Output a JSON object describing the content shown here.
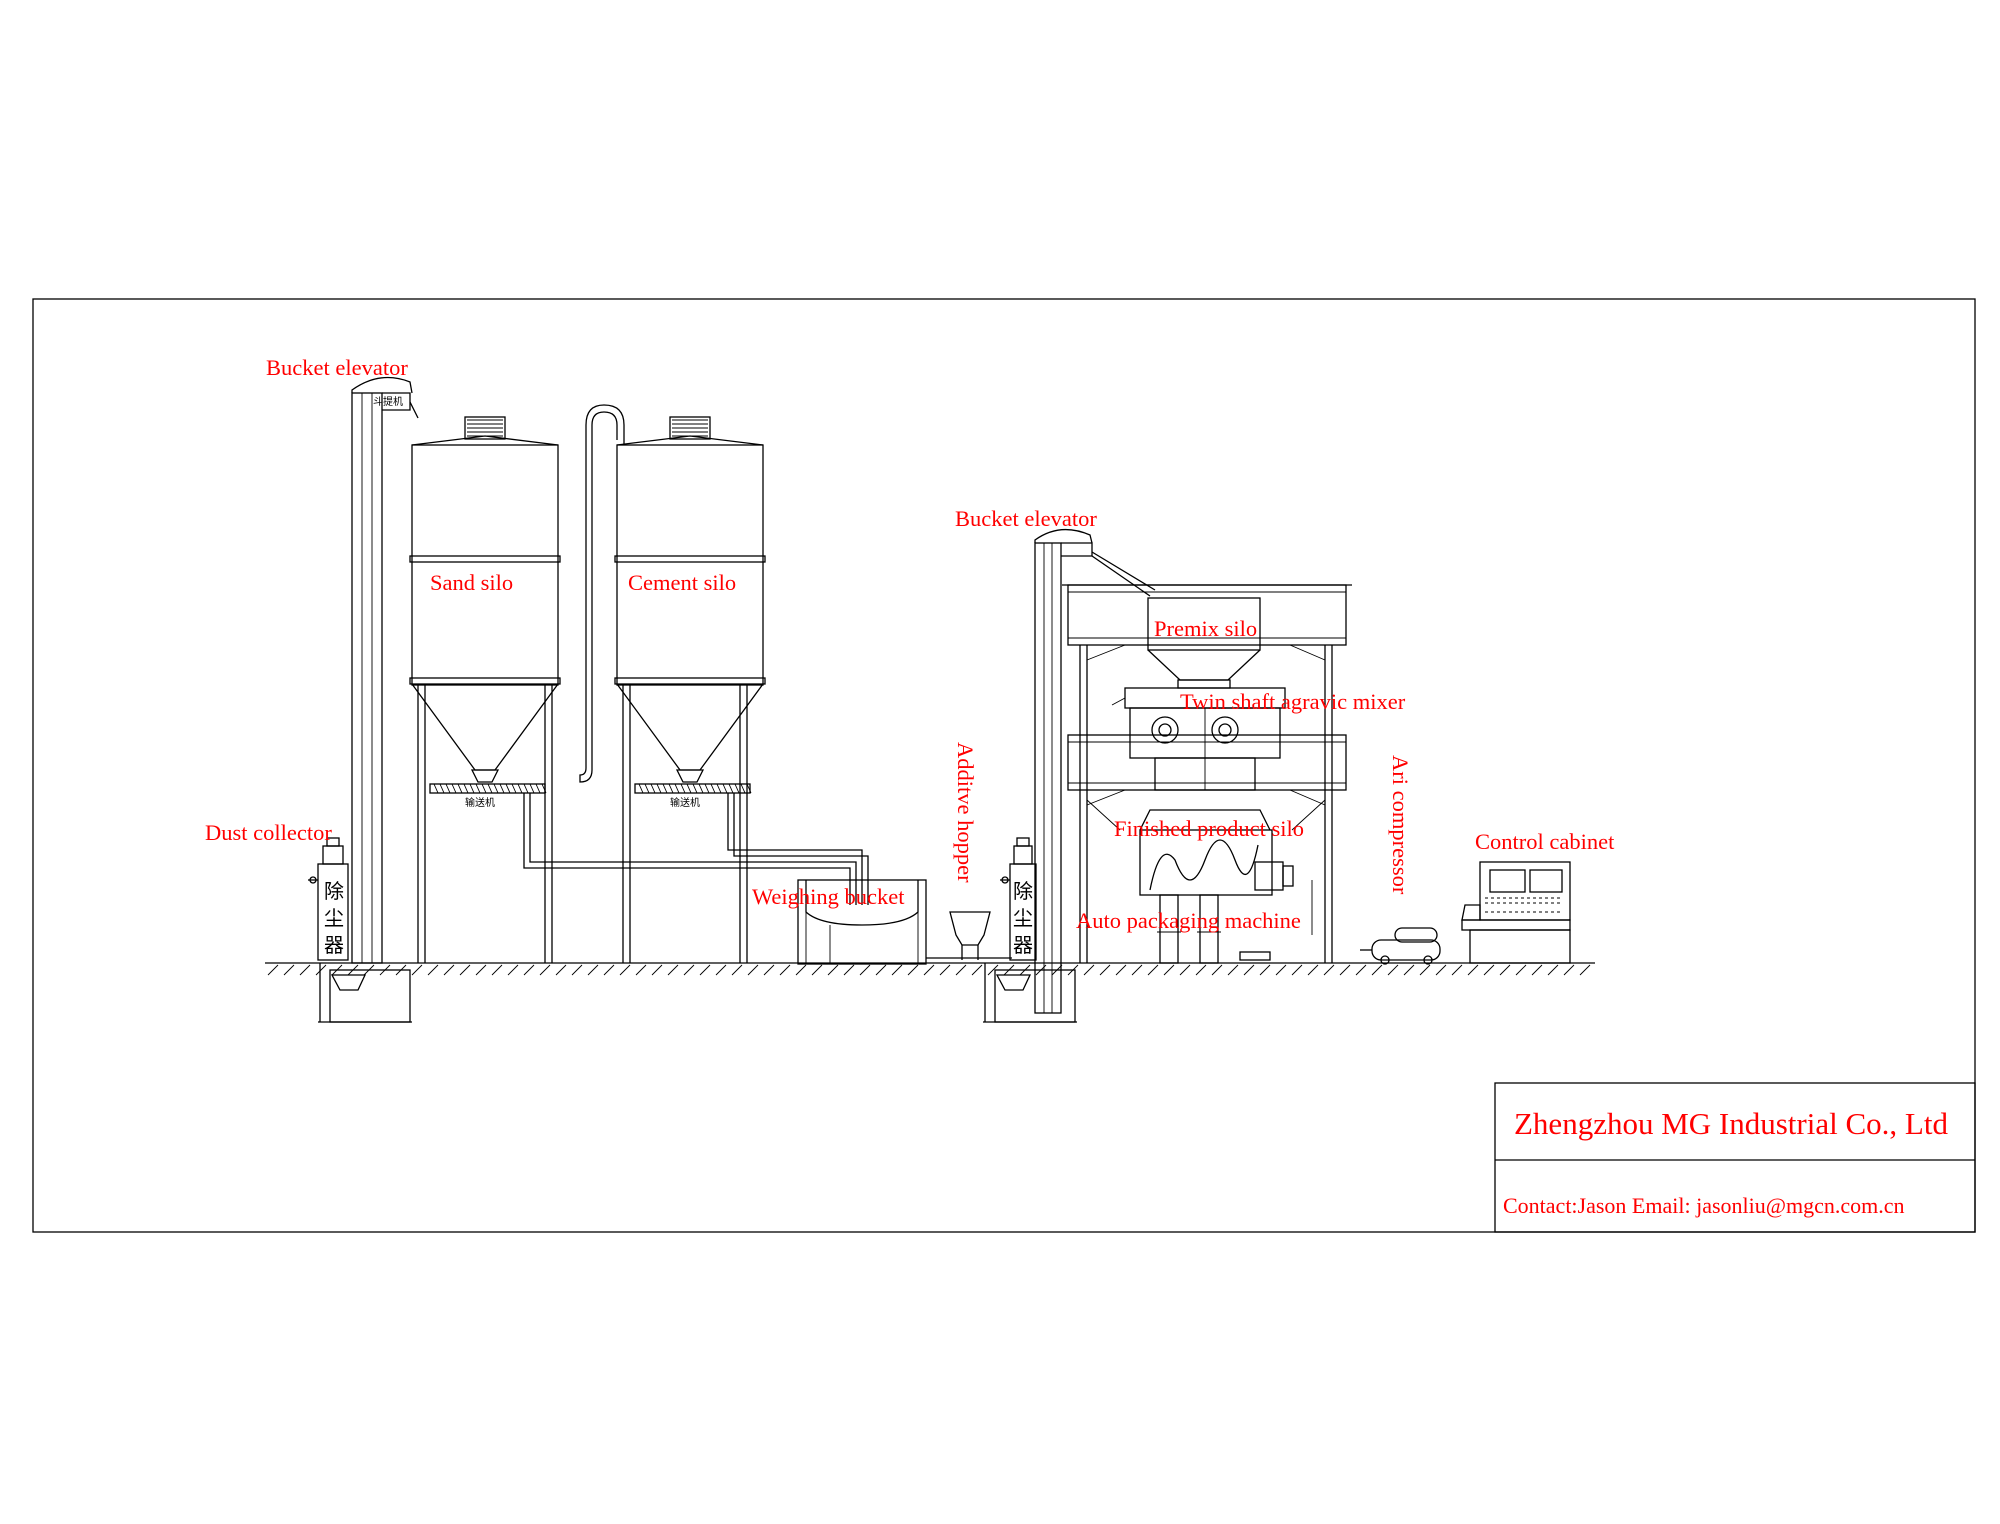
{
  "labels": {
    "bucket_elevator_left": "Bucket elevator",
    "sand_silo": "Sand silo",
    "cement_silo": "Cement silo",
    "dust_collector": "Dust collector",
    "weighing_bucket": "Weighing bucket",
    "additive_hopper": "Additve hopper",
    "bucket_elevator_right": "Bucket elevator",
    "premix_silo": "Premix silo",
    "twin_shaft_mixer": "Twin shaft agravic mixer",
    "finished_product_silo": "Finished product silo",
    "auto_packaging_machine": "Auto packaging machine",
    "air_compressor": "Ari compressor",
    "control_cabinet": "Control cabinet"
  },
  "equipment_marks": {
    "elevator_tag": "斗提机",
    "conveyor_tag": "输送机",
    "dust_collector_chars": [
      "除",
      "尘",
      "器"
    ]
  },
  "title_block": {
    "company": "Zhengzhou MG Industrial Co., Ltd",
    "contact": "Contact:Jason   Email: jasonliu@mgcn.com.cn"
  },
  "colors": {
    "label": "#ff0000",
    "line": "#000000",
    "background": "#ffffff"
  }
}
